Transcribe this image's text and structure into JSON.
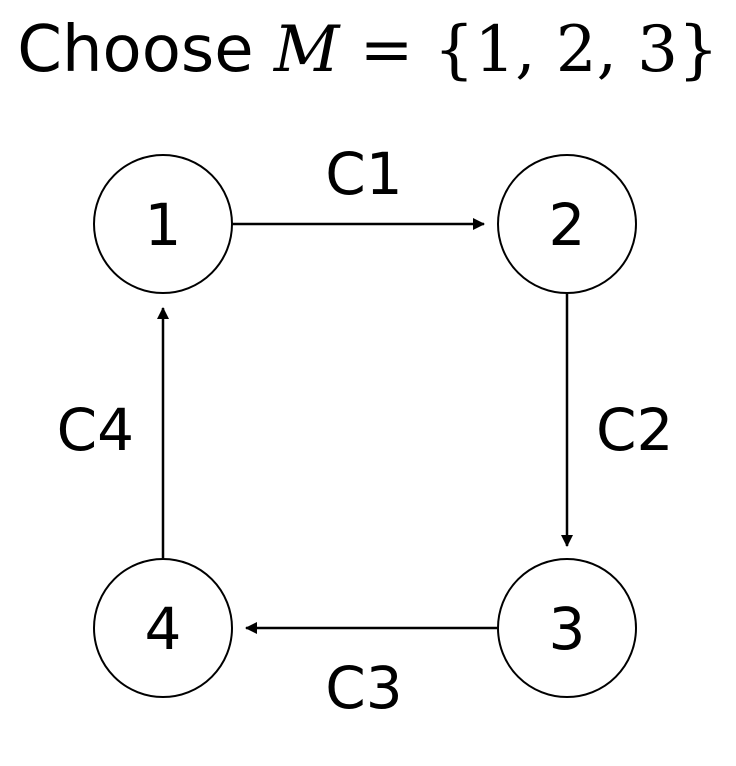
{
  "title": {
    "word": "Choose",
    "math_var": "M",
    "math_rest": " = {1, 2, 3}"
  },
  "nodes": [
    {
      "id": "1",
      "label": "1"
    },
    {
      "id": "2",
      "label": "2"
    },
    {
      "id": "3",
      "label": "3"
    },
    {
      "id": "4",
      "label": "4"
    }
  ],
  "edges": [
    {
      "from": "1",
      "to": "2",
      "label": "C1"
    },
    {
      "from": "2",
      "to": "3",
      "label": "C2"
    },
    {
      "from": "3",
      "to": "4",
      "label": "C3"
    },
    {
      "from": "4",
      "to": "1",
      "label": "C4"
    }
  ]
}
